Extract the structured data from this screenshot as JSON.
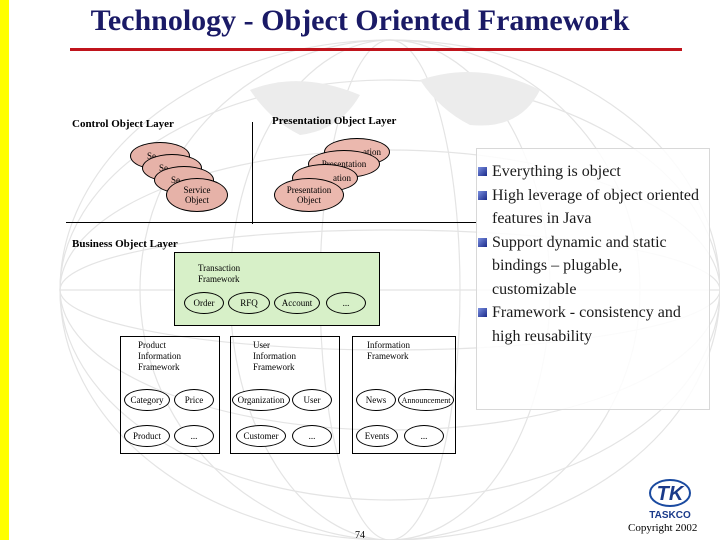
{
  "slide": {
    "title": "Technology - Object Oriented Framework",
    "page_number": "74",
    "copyright": "Copyright 2002",
    "logo_text": "TASKCO",
    "logo_mark": "TK"
  },
  "diagram": {
    "control_layer_label": "Control Object Layer",
    "presentation_layer_label": "Presentation Object Layer",
    "business_layer_label": "Business Object Layer",
    "service_stack": [
      "Se",
      "Se",
      "Se",
      "Service\nObject"
    ],
    "presentation_stack": [
      "ation",
      "Presentation",
      "ation",
      "Presentation\nObject"
    ],
    "transaction_framework": {
      "title": "Transaction\nFramework",
      "nodes": [
        "Order",
        "RFQ",
        "Account",
        "..."
      ]
    },
    "product_framework": {
      "title": "Product\nInformation\nFramework",
      "nodes": [
        "Category",
        "Price",
        "Product",
        "..."
      ]
    },
    "user_framework": {
      "title": "User\nInformation\nFramework",
      "nodes": [
        "Organization",
        "User",
        "Customer",
        "..."
      ]
    },
    "information_framework": {
      "title": "Information\nFramework",
      "nodes": [
        "News",
        "Announcement",
        "Events",
        "..."
      ]
    }
  },
  "bullets": [
    "Everything is object",
    "High leverage of object oriented features in Java",
    "Support dynamic and static bindings – plugable, customizable",
    "Framework - consistency and high reusability"
  ],
  "colors": {
    "title": "#1a1a66",
    "rule": "#c0141c",
    "accent_bar": "#ffff00",
    "ellipse_fill": "#e6b2a8",
    "framework_fill": "#d7f0c8"
  }
}
